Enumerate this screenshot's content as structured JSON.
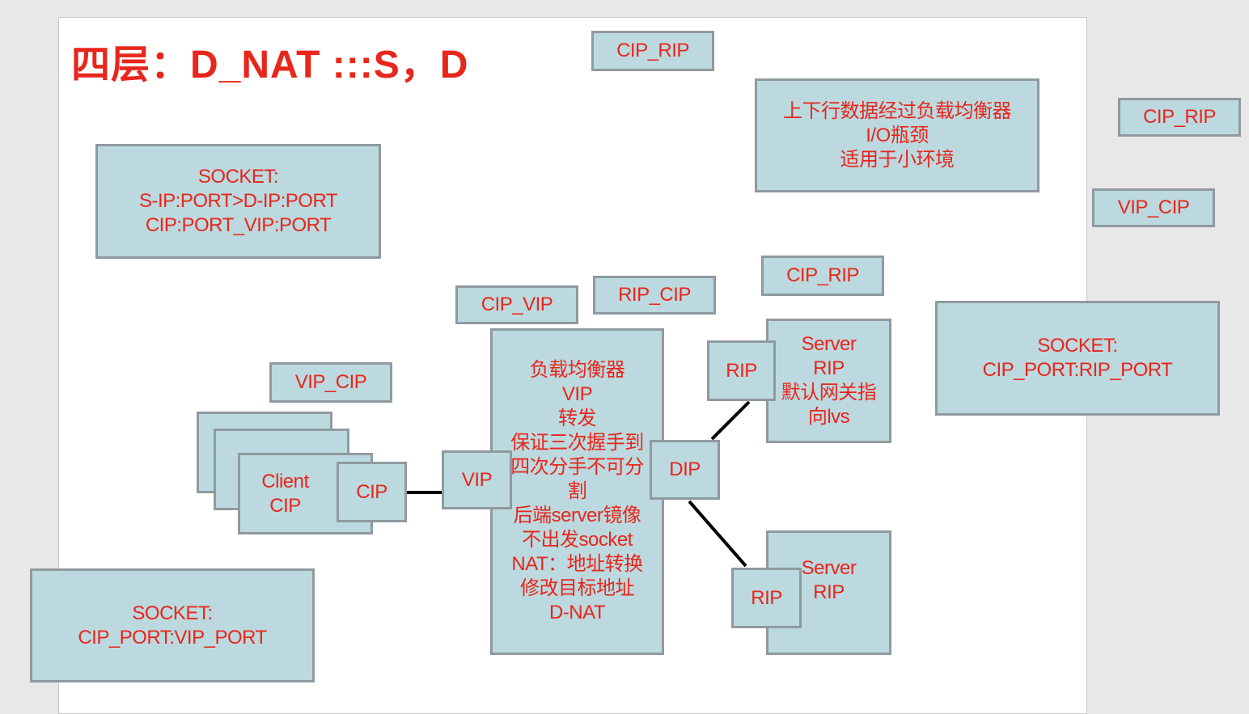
{
  "title": "四层：D_NAT  :::S，D",
  "labels": {
    "cip_rip_top": "CIP_RIP",
    "note_updown": "上下行数据经过负载均衡器\nI/O瓶颈\n适用于小环境",
    "cip_rip_right": "CIP_RIP",
    "vip_cip_right": "VIP_CIP",
    "socket_top": "SOCKET:\nS-IP:PORT>D-IP:PORT\nCIP:PORT_VIP:PORT",
    "cip_vip": "CIP_VIP",
    "rip_cip": "RIP_CIP",
    "cip_rip_mid": "CIP_RIP",
    "socket_right": "SOCKET:\nCIP_PORT:RIP_PORT",
    "vip_cip_left": "VIP_CIP",
    "client": "Client\nCIP",
    "cip": "CIP",
    "vip": "VIP",
    "load_balancer": "负载均衡器\nVIP\n转发\n保证三次握手到\n四次分手不可分\n割\n后端server镜像\n不出发socket\nNAT：地址转换\n修改目标地址\nD-NAT",
    "dip": "DIP",
    "server1": "Server\nRIP\n默认网关指\n向lvs",
    "rip1": "RIP",
    "server2": "Server\nRIP",
    "rip2": "RIP",
    "socket_bottom": "SOCKET:\nCIP_PORT:VIP_PORT"
  },
  "colors": {
    "text": "#e8261b",
    "box_fill": "#bcd9df",
    "box_border": "#8f9a9f",
    "connector": "#000000"
  }
}
